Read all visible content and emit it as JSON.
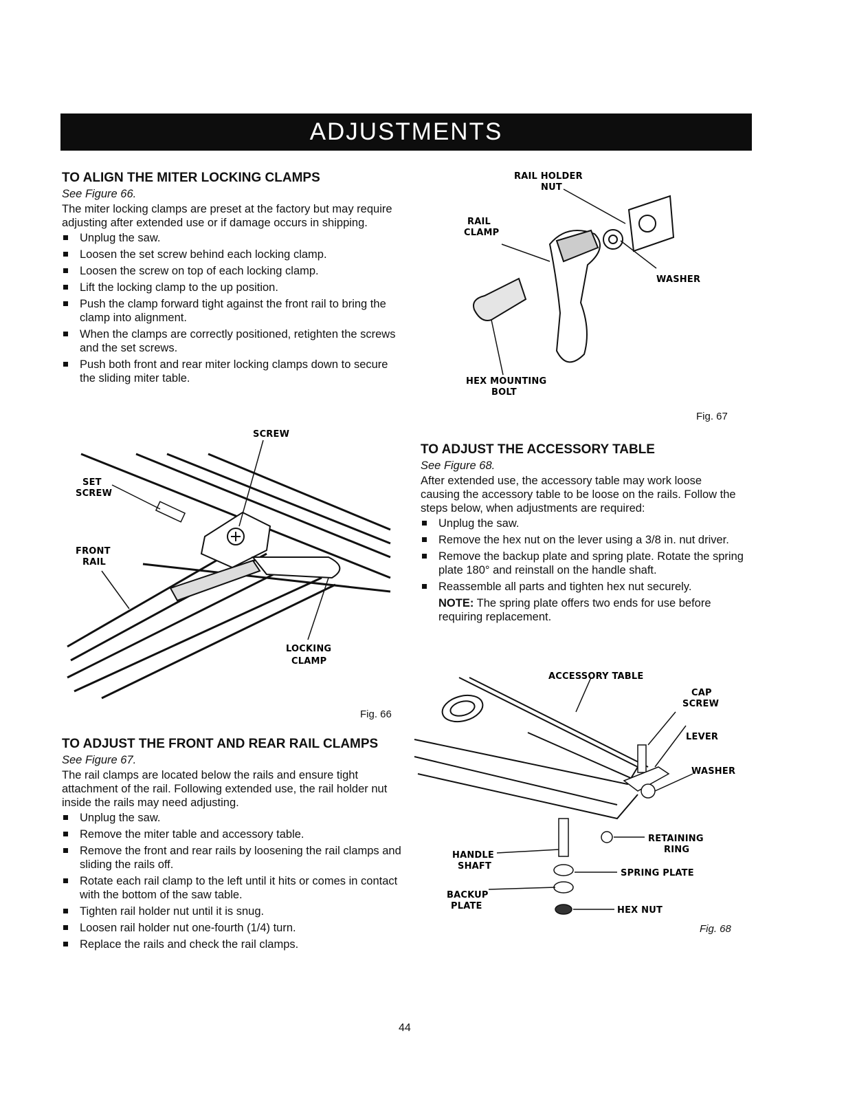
{
  "header": {
    "title": "ADJUSTMENTS"
  },
  "sec1": {
    "title": "TO ALIGN THE MITER LOCKING CLAMPS",
    "see": "See Figure 66.",
    "intro": "The miter locking clamps are preset at the factory but may require adjusting after extended use or if damage occurs in shipping.",
    "steps": [
      "Unplug the saw.",
      "Loosen the set screw behind each locking clamp.",
      "Loosen the screw on top of each locking clamp.",
      "Lift the locking clamp to the up position.",
      "Push the clamp forward tight against the front rail to bring the clamp into alignment.",
      "When the clamps are correctly positioned, retighten the screws and the set screws.",
      "Push both front and rear miter locking clamps down to secure the sliding miter table."
    ]
  },
  "fig66": {
    "screw": "SCREW",
    "set": "SET",
    "set_screw": "SCREW",
    "front": "FRONT",
    "rail": "RAIL",
    "locking": "LOCKING",
    "clamp": "CLAMP",
    "label": "Fig. 66"
  },
  "sec2": {
    "title": "TO ADJUST THE FRONT AND REAR RAIL CLAMPS",
    "see": "See Figure 67.",
    "intro": "The rail clamps are located below the rails and ensure tight attachment of the rail. Following extended use, the rail holder nut inside the rails may need adjusting.",
    "steps": [
      "Unplug the saw.",
      "Remove the miter table and accessory table.",
      "Remove the front and rear rails by loosening the rail clamps and sliding the rails off.",
      "Rotate each rail clamp to the left until it hits or comes in contact with the bottom of the saw table.",
      "Tighten rail holder nut until it is snug.",
      "Loosen rail holder nut one-fourth (1/4) turn.",
      "Replace the rails and check the rail clamps."
    ]
  },
  "fig67": {
    "rail_holder": "RAIL HOLDER",
    "nut": "NUT",
    "rail": "RAIL",
    "clamp": "CLAMP",
    "washer": "WASHER",
    "hex_mounting": "HEX MOUNTING",
    "bolt": "BOLT",
    "label": "Fig. 67"
  },
  "sec3": {
    "title": "TO ADJUST THE ACCESSORY TABLE",
    "see": "See Figure 68.",
    "intro": "After extended use, the accessory table may work loose causing the accessory table to be loose on the rails. Follow the steps below, when adjustments are required:",
    "steps": [
      "Unplug the saw.",
      "Remove the hex nut on the lever using a 3/8 in. nut driver.",
      "Remove the backup plate and spring plate. Rotate the spring plate 180° and reinstall on the handle shaft.",
      "Reassemble all parts and tighten hex nut securely."
    ],
    "note_label": "NOTE:",
    "note_text": "The spring plate offers two ends for use before requiring replacement."
  },
  "fig68": {
    "accessory_table": "ACCESSORY TABLE",
    "cap": "CAP",
    "screw": "SCREW",
    "lever": "LEVER",
    "washer": "WASHER",
    "retaining": "RETAINING",
    "ring": "RING",
    "handle": "HANDLE",
    "shaft": "SHAFT",
    "spring_plate": "SPRING PLATE",
    "backup": "BACKUP",
    "plate": "PLATE",
    "hex_nut": "HEX NUT",
    "label": "Fig. 68"
  },
  "footer": {
    "page": "44"
  }
}
